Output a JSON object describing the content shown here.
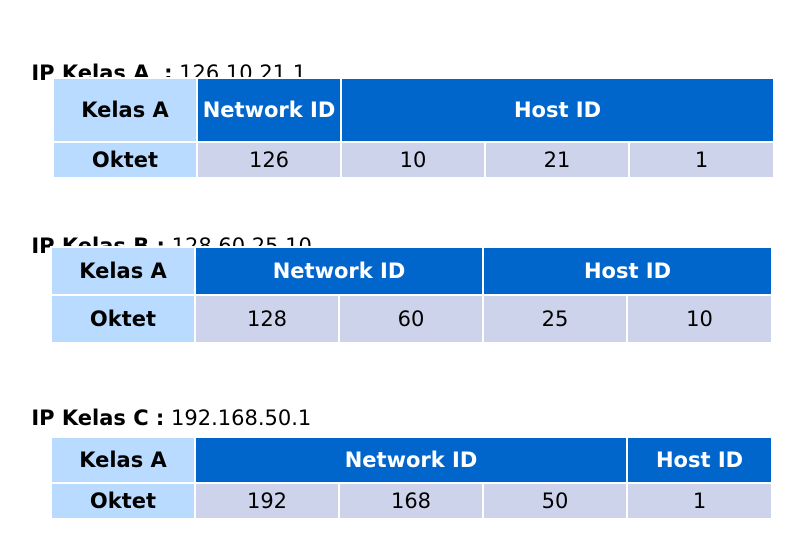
{
  "colors": {
    "header_blue": "#0066cc",
    "label_light_blue": "#b8dbff",
    "value_lavender": "#ccd3eb"
  },
  "sections": [
    {
      "title": "IP Kelas A  :",
      "ip": " 126.10.21.1",
      "class_label": "Kelas A",
      "network_label": "Network ID",
      "host_label": "Host ID",
      "row_label": "Oktet",
      "octets": [
        "126",
        "10",
        "21",
        "1"
      ]
    },
    {
      "title": "IP Kelas B :",
      "ip": " 128.60.25.10",
      "class_label": "Kelas A",
      "network_label": "Network ID",
      "host_label": "Host ID",
      "row_label": "Oktet",
      "octets": [
        "128",
        "60",
        "25",
        "10"
      ]
    },
    {
      "title": "IP Kelas C :",
      "ip": " 192.168.50.1",
      "class_label": "Kelas A",
      "network_label": "Network ID",
      "host_label": "Host ID",
      "row_label": "Oktet",
      "octets": [
        "192",
        "168",
        "50",
        "1"
      ]
    }
  ]
}
